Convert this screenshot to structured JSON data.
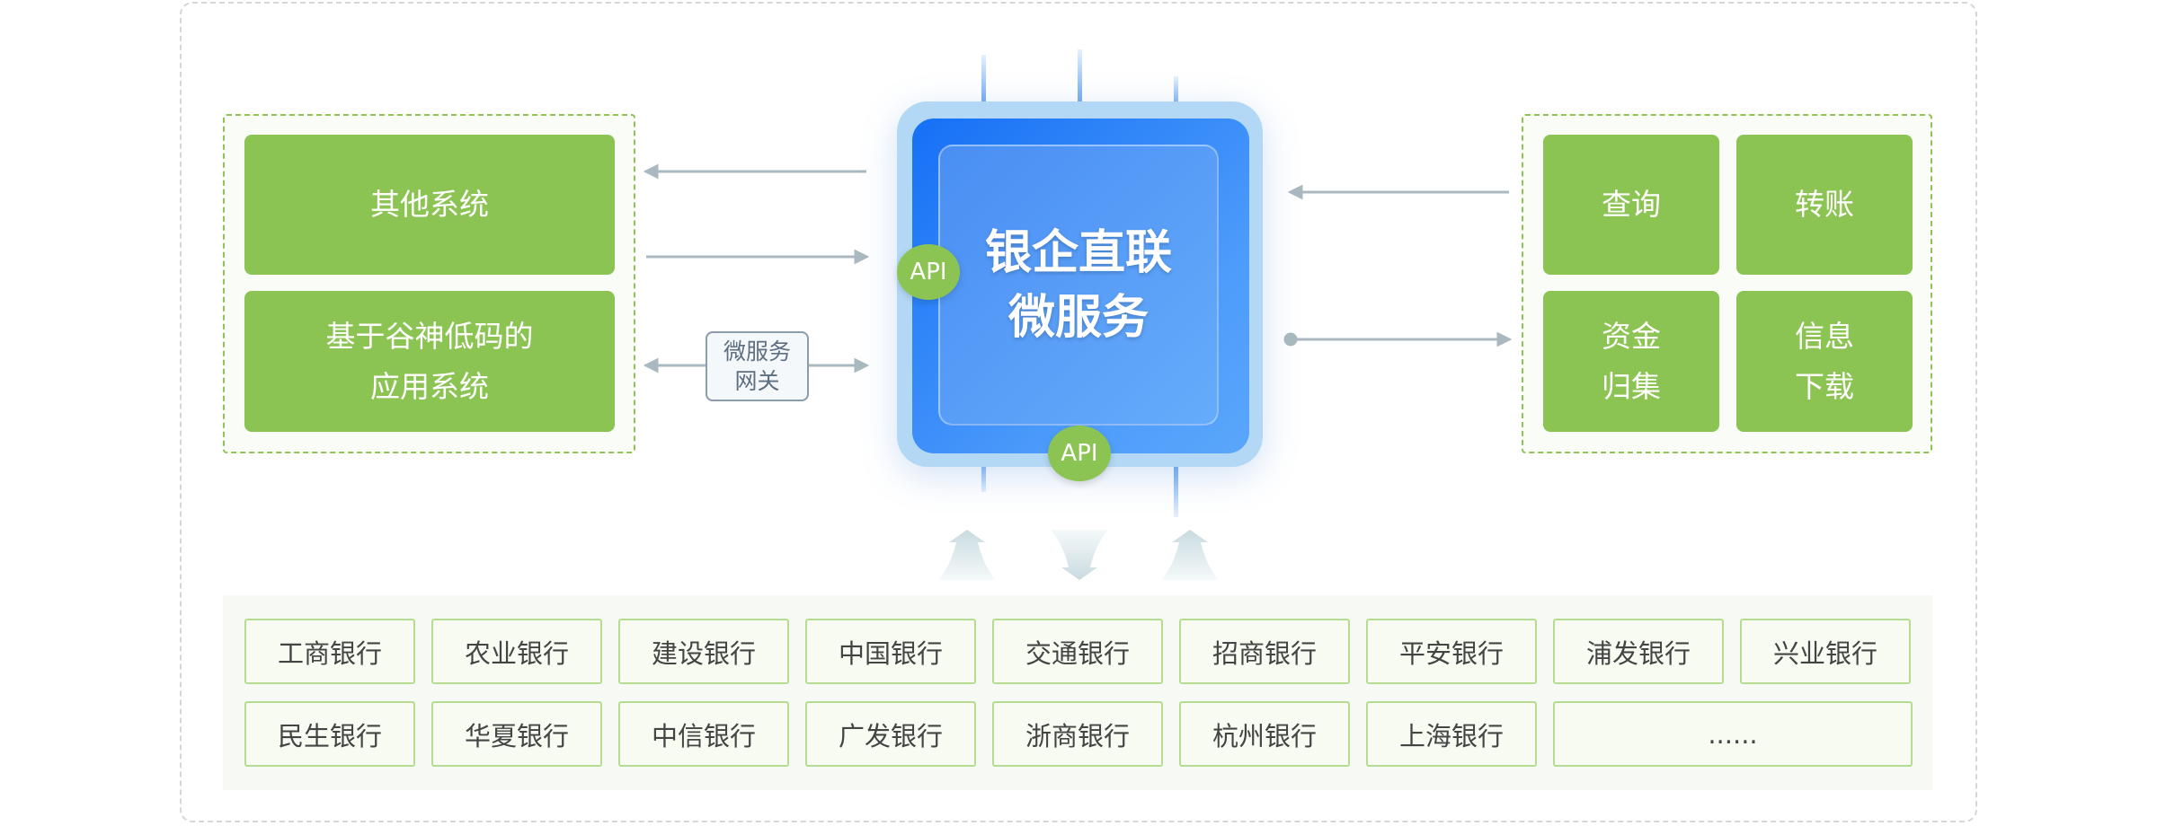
{
  "left_group": {
    "items": [
      "其他系统",
      "基于谷神低码的\n应用系统"
    ]
  },
  "gateway": {
    "label": "微服务\n网关"
  },
  "center": {
    "title": "银企直联\n微服务",
    "api_left": "API",
    "api_bottom": "API"
  },
  "right_group": {
    "items": [
      "查询",
      "转账",
      "资金\n归集",
      "信息\n下载"
    ]
  },
  "banks": [
    "工商银行",
    "农业银行",
    "建设银行",
    "中国银行",
    "交通银行",
    "招商银行",
    "平安银行",
    "浦发银行",
    "兴业银行",
    "民生银行",
    "华夏银行",
    "中信银行",
    "广发银行",
    "浙商银行",
    "杭州银行",
    "上海银行",
    "......"
  ],
  "colors": {
    "green": "#8cc453",
    "blue": "#1670f5",
    "arrow": "#a9b9bf"
  }
}
